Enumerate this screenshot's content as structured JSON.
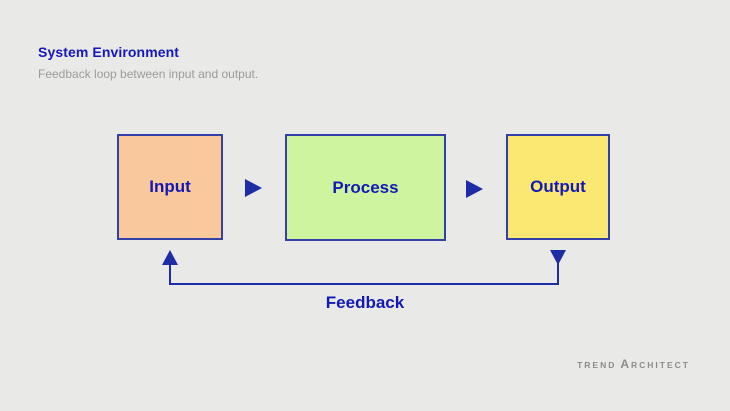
{
  "header": {
    "title": "System Environment",
    "subtitle": "Feedback loop between input and output."
  },
  "diagram": {
    "type": "flowchart-feedback-loop",
    "nodes": [
      {
        "id": "input",
        "label": "Input",
        "fill": "#F9C89C"
      },
      {
        "id": "process",
        "label": "Process",
        "fill": "#CFF4A0"
      },
      {
        "id": "output",
        "label": "Output",
        "fill": "#FBE873"
      }
    ],
    "edges": [
      {
        "from": "Input",
        "to": "Process",
        "label": ""
      },
      {
        "from": "Process",
        "to": "Output",
        "label": ""
      },
      {
        "from": "Output",
        "to": "Input",
        "label": "Feedback",
        "style": "feedback-loop"
      }
    ],
    "feedback_label": "Feedback"
  },
  "brand": {
    "part1": "TREND",
    "letter_a": "A",
    "part2": "RCHITECT"
  },
  "colors": {
    "background": "#E9E9E8",
    "title_blue": "#1517BC",
    "node_text_blue": "#131AB4",
    "border_blue": "#3240A8",
    "arrow_blue": "#1E2CA6",
    "subtitle_gray": "#9B9B9B",
    "brand_gray": "#8C8C8C",
    "input_fill": "#F9C89C",
    "process_fill": "#CFF4A0",
    "output_fill": "#FBE873"
  }
}
